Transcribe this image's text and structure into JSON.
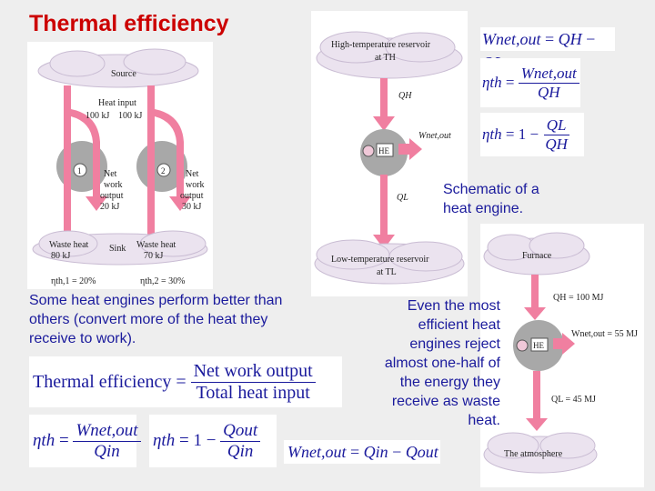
{
  "slide": {
    "title": "Thermal efficiency",
    "caption_left": "Some heat engines perform better than others (convert more of the heat they receive to work).",
    "caption_schematic": "Schematic of a heat engine.",
    "caption_right": "Even the most efficient heat engines reject almost one-half of the energy they receive as waste heat."
  },
  "figure_left": {
    "source": "Source",
    "heat_input": "Heat input",
    "q_in_1": "100 kJ",
    "q_in_2": "100 kJ",
    "engine_1": "1",
    "engine_2": "2",
    "net": "Net",
    "work": "work",
    "output": "output",
    "w_1": "20 kJ",
    "w_2": "30 kJ",
    "waste_heat": "Waste heat",
    "waste_1": "80 kJ",
    "waste_2": "70 kJ",
    "sink": "Sink",
    "eta_1": "ηth,1 = 20%",
    "eta_2": "ηth,2 = 30%"
  },
  "figure_center": {
    "high_res_1": "High-temperature reservoir",
    "high_res_2": "at TH",
    "qh": "QH",
    "he": "HE",
    "wnet": "Wnet,out",
    "ql": "QL",
    "low_res_1": "Low-temperature reservoir",
    "low_res_2": "at TL"
  },
  "figure_right": {
    "furnace": "Furnace",
    "qh": "QH = 100 MJ",
    "he": "HE",
    "wnet": "Wnet,out = 55 MJ",
    "ql": "QL = 45 MJ",
    "atmosphere": "The atmosphere"
  },
  "equations": {
    "eq_wnet_right": {
      "lhs": "Wnet,out",
      "rhs_a": "QH",
      "rhs_b": "QL"
    },
    "eq_eta_ratio": {
      "lhs": "ηth",
      "num": "Wnet,out",
      "den": "QH"
    },
    "eq_eta_ql": {
      "lhs": "ηth",
      "one": "1",
      "num": "QL",
      "den": "QH"
    },
    "eq_thermal_words": {
      "lhs": "Thermal efficiency",
      "num": "Net work output",
      "den": "Total heat input"
    },
    "eq_eta_in": {
      "lhs": "ηth",
      "num": "Wnet,out",
      "den": "Qin"
    },
    "eq_eta_out": {
      "lhs": "ηth",
      "one": "1",
      "num": "Qout",
      "den": "Qin"
    },
    "eq_wnet_bottom": {
      "lhs": "Wnet,out",
      "rhs_a": "Qin",
      "rhs_b": "Qout"
    }
  },
  "colors": {
    "title": "#cc0000",
    "text": "#1a1a9c",
    "arrow": "#f07fa0",
    "cloud": "#e9e1ee",
    "engine": "#9a9a9a"
  }
}
